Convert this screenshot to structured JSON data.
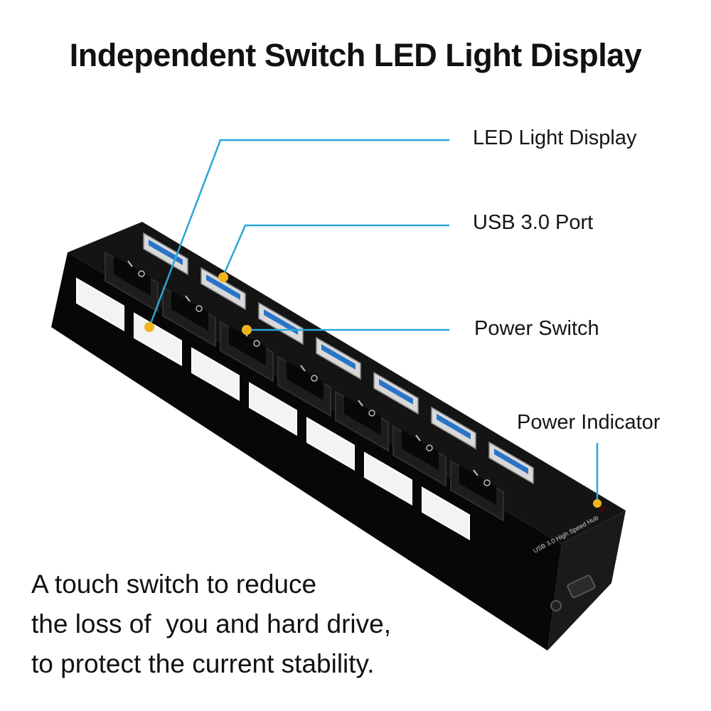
{
  "headline": "Independent Switch LED Light Display",
  "callouts": {
    "led": "LED Light Display",
    "usb": "USB 3.0 Port",
    "power_switch": "Power Switch",
    "power_indicator": "Power Indicator"
  },
  "blurb": [
    "A touch switch to reduce",
    "the loss of  you and hard drive,",
    "to protect the current stability."
  ],
  "device": {
    "side_label": "USB 3.0 High Speed Hub",
    "port_count": 7,
    "colors": {
      "body": "#0b0b0b",
      "led": "#f2f4f1",
      "port_blue": "#2a74c8",
      "leader_line": "#2aa6d8",
      "callout_dot": "#f2b41c"
    }
  }
}
